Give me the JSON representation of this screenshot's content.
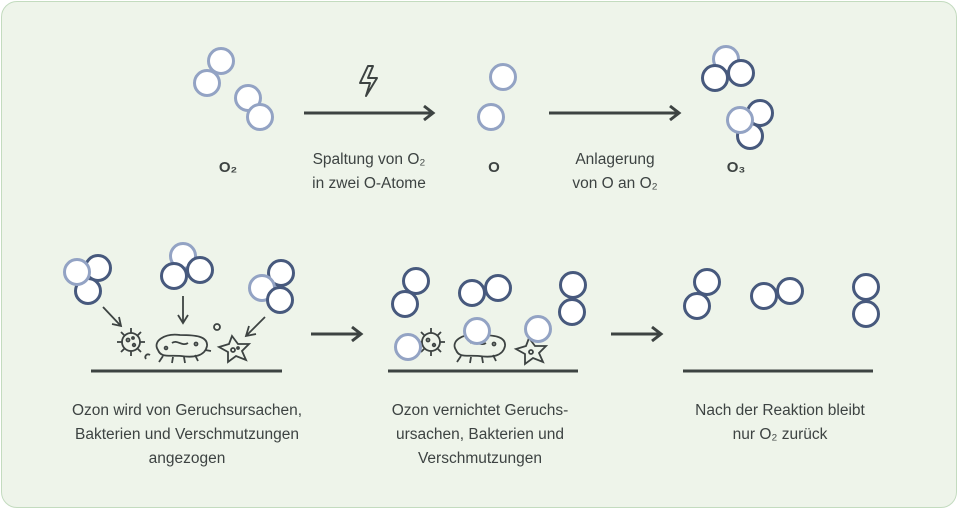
{
  "colors": {
    "background": "#eef4ea",
    "border": "#c3dbbf",
    "oxygen_light": "#93a3c4",
    "oxygen_dark": "#47597d",
    "stroke": "#3d4342",
    "text": "#3d4342"
  },
  "top_row": {
    "o2_label": "O₂",
    "step1_line1": "Spaltung von O₂",
    "step1_line2": "in zwei O-Atome",
    "o_label": "O",
    "step2_line1": "Anlagerung",
    "step2_line2": "von O an O₂",
    "o3_label": "O₃"
  },
  "bottom_row": {
    "panel1_line1": "Ozon wird von Geruchsursachen,",
    "panel1_line2": "Bakterien und Verschmutzungen",
    "panel1_line3": "angezogen",
    "panel2_line1": "Ozon vernichtet Geruchs-",
    "panel2_line2": "ursachen, Bakterien und",
    "panel2_line3": "Verschmutzungen",
    "panel3_line1": "Nach der Reaktion bleibt",
    "panel3_line2": "nur O₂ zurück"
  },
  "icons": [
    "lightning-icon",
    "arrow-right-icon",
    "germ-icon",
    "bacterium-icon",
    "virus-icon",
    "oxygen-atom-icon"
  ]
}
